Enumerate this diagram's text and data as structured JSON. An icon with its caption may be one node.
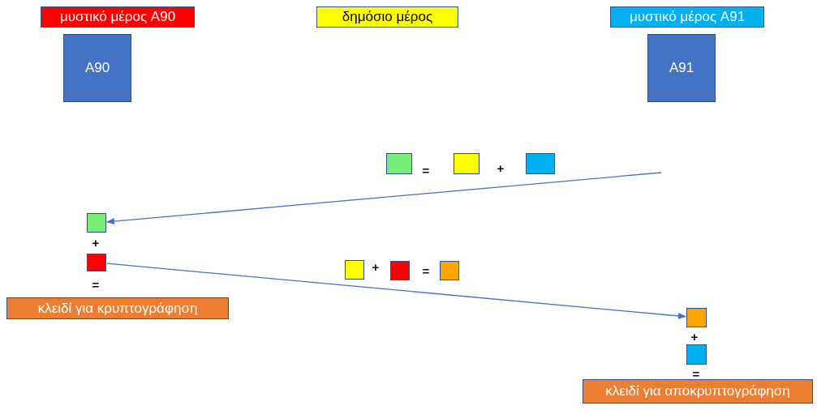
{
  "diagram": {
    "nodes": [
      {
        "text": [
          "μυστικό μέρος A90"
        ]
      },
      {
        "text": [
          "δημόσιο μέρος"
        ]
      },
      {
        "text": [
          "μυστικό μέρος A91"
        ]
      },
      {
        "text": [
          "A90"
        ]
      },
      {
        "text": [
          "A91"
        ]
      },
      {
        "text": [],
        "shape": "box"
      },
      {
        "text": [],
        "shape": "box"
      },
      {
        "text": [],
        "shape": "box"
      },
      {
        "text": [],
        "shape": "box"
      },
      {
        "text": [],
        "shape": "box"
      },
      {
        "text": [
          "κλειδί για κρυπτογράφηση"
        ]
      },
      {
        "text": [],
        "shape": "box"
      },
      {
        "text": [],
        "shape": "box"
      },
      {
        "text": [],
        "shape": "box"
      },
      {
        "text": [],
        "shape": "box"
      },
      {
        "text": [],
        "shape": "box"
      },
      {
        "text": [
          "κλειδί για αποκρυπτογράφηση"
        ]
      }
    ],
    "edges": [
      {
        "from": null,
        "to": 8,
        "arrow": "to"
      },
      {
        "from": 9,
        "to": 14,
        "arrow": "to"
      }
    ],
    "labels": [
      "=",
      "+",
      "+",
      "=",
      "+",
      "=",
      "+",
      "="
    ]
  }
}
